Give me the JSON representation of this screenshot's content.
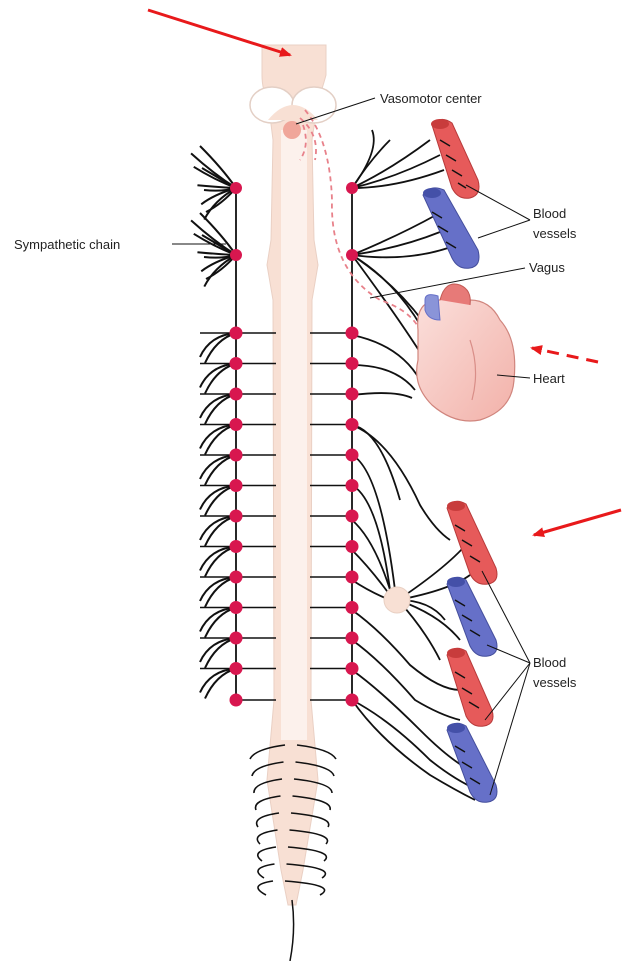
{
  "labels": {
    "vasomotor_center": "Vasomotor center",
    "blood_vessels_top_line1": "Blood",
    "blood_vessels_top_line2": "vessels",
    "sympathetic_chain": "Sympathetic chain",
    "vagus": "Vagus",
    "heart": "Heart",
    "blood_vessels_bottom_line1": "Blood",
    "blood_vessels_bottom_line2": "vessels"
  },
  "colors": {
    "ganglion": "#d8174f",
    "artery": "#e65a5a",
    "vein": "#6670c8",
    "cord": "#f7ddd0",
    "annotation_arrow": "#e8191b",
    "nerve": "#111111"
  }
}
